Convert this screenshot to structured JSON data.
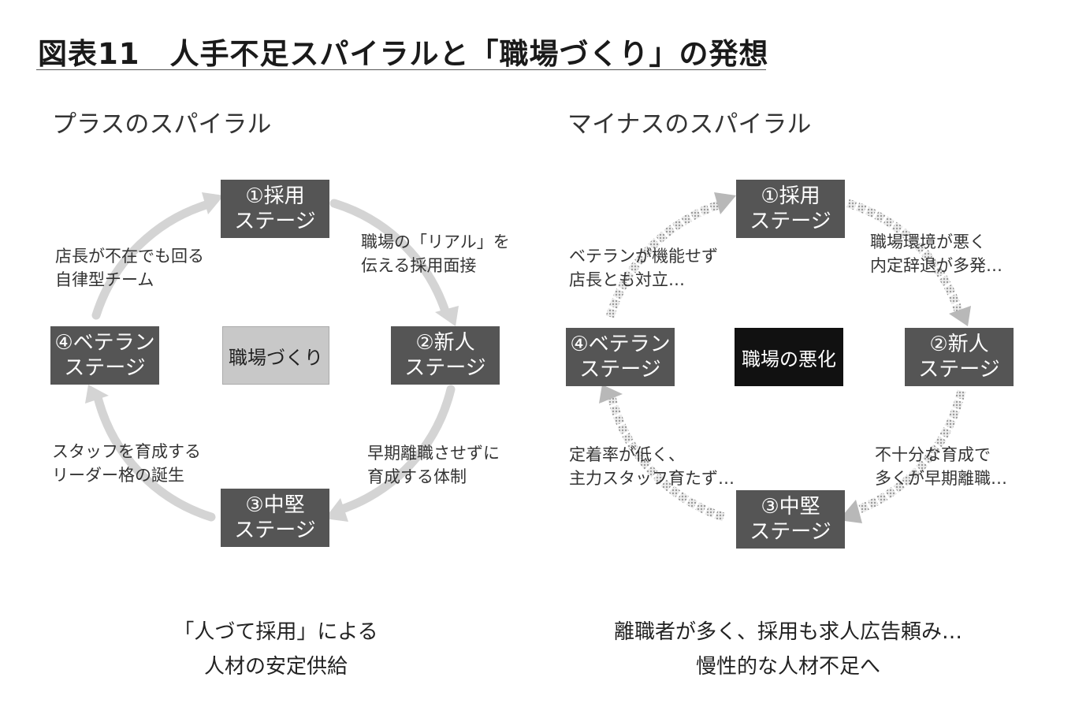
{
  "title": "図表11　人手不足スパイラルと「職場づくり」の発想",
  "positive": {
    "heading": "プラスのスパイラル",
    "center": "職場づくり",
    "stages": {
      "recruit": "①採用\nステージ",
      "newcomer": "②新人\nステージ",
      "mid": "③中堅\nステージ",
      "veteran": "④ベテラン\nステージ"
    },
    "notes": {
      "recruit_to_newcomer": "職場の「リアル」を\n伝える採用面接",
      "newcomer_to_mid": "早期離職させずに\n育成する体制",
      "mid_to_veteran": "スタッフを育成する\nリーダー格の誕生",
      "veteran_to_recruit": "店長が不在でも回る\n自律型チーム"
    },
    "caption": "「人づて採用」による\n人材の安定供給"
  },
  "negative": {
    "heading": "マイナスのスパイラル",
    "center": "職場の悪化",
    "stages": {
      "recruit": "①採用\nステージ",
      "newcomer": "②新人\nステージ",
      "mid": "③中堅\nステージ",
      "veteran": "④ベテラン\nステージ"
    },
    "notes": {
      "recruit_to_newcomer": "職場環境が悪く\n内定辞退が多発…",
      "newcomer_to_mid": "不十分な育成で\n多くが早期離職…",
      "mid_to_veteran": "定着率が低く、\n主力スタッフ育たず…",
      "veteran_to_recruit": "ベテランが機能せず\n店長とも対立…"
    },
    "caption": "離職者が多く、採用も求人広告頼み…\n慢性的な人材不足へ"
  },
  "colors": {
    "stage_box": "#555555",
    "center_positive": "#c8c8c8",
    "center_negative": "#111111",
    "arc_positive": "#d4d4d4",
    "arc_negative": "#cfcfcf"
  }
}
